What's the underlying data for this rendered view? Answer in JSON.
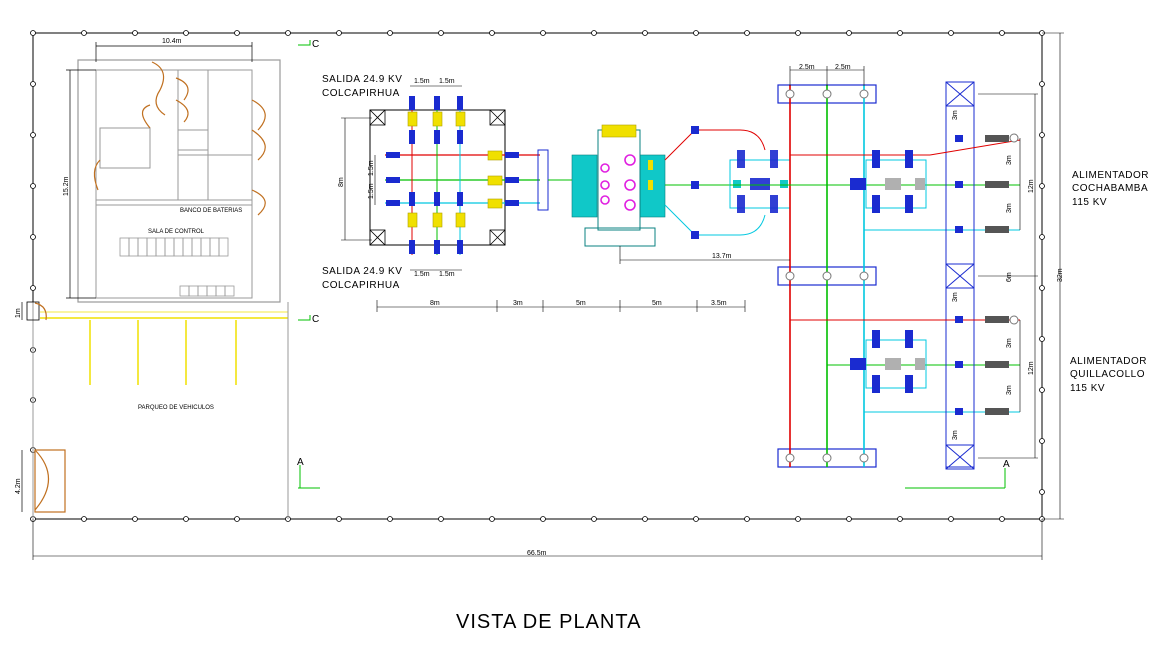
{
  "title": "VISTA DE PLANTA",
  "labels": {
    "salida_top_1": "SALIDA 24.9 KV",
    "salida_top_2": "COLCAPIRHUA",
    "salida_bot_1": "SALIDA 24.9 KV",
    "salida_bot_2": "COLCAPIRHUA",
    "alim_cocha_1": "ALIMENTADOR",
    "alim_cocha_2": "COCHABAMBA",
    "alim_cocha_3": "115 KV",
    "alim_quilla_1": "ALIMENTADOR",
    "alim_quilla_2": "QUILLACOLLO",
    "alim_quilla_3": "115 KV",
    "banco": "BANCO DE BATERIAS",
    "sala": "SALA DE CONTROL",
    "parqueo": "PARQUEO DE VEHICULOS",
    "section_c_top": "C",
    "section_c_bot": "C",
    "section_a_left": "A",
    "section_a_right": "A"
  },
  "dimensions": {
    "d_10_4": "10.4m",
    "d_15_2": "15.2m",
    "d_1m": "1m",
    "d_4_2": "4.2m",
    "d_66_5": "66.5m",
    "d_32": "32m",
    "d_12_top": "12m",
    "d_12_bot": "12m",
    "d_13_7": "13.7m",
    "d_8_vert": "8m",
    "d_1_5_a": "1.5m",
    "d_1_5_b": "1.5m",
    "d_1_5_c": "1.5m",
    "d_1_5_d": "1.5m",
    "d_1_5_e": "1.5m",
    "d_1_5_f": "1.5m",
    "d_2_5_a": "2.5m",
    "d_2_5_b": "2.5m",
    "d_6m": "6m",
    "d_8m": "8m",
    "d_3m": "3m",
    "d_5m_a": "5m",
    "d_5m_b": "5m",
    "d_3_5": "3.5m",
    "d_3m_r1": "3m",
    "d_3m_r2": "3m",
    "d_3m_r3": "3m",
    "d_3m_r4": "3m",
    "d_3m_l1": "3m",
    "d_3m_l2": "3m",
    "d_3m_l3": "3m"
  },
  "colors": {
    "phase_red": "#e00000",
    "phase_green": "#00c000",
    "phase_cyan": "#00c8e0",
    "equipment_blue": "#1a2bd0",
    "building": "#9a9a9a",
    "door": "#c07020",
    "parking": "#f0e000",
    "transformer_cyan": "#10c8c8",
    "transformer_magenta": "#e020e0",
    "dim_line": "#000000"
  }
}
